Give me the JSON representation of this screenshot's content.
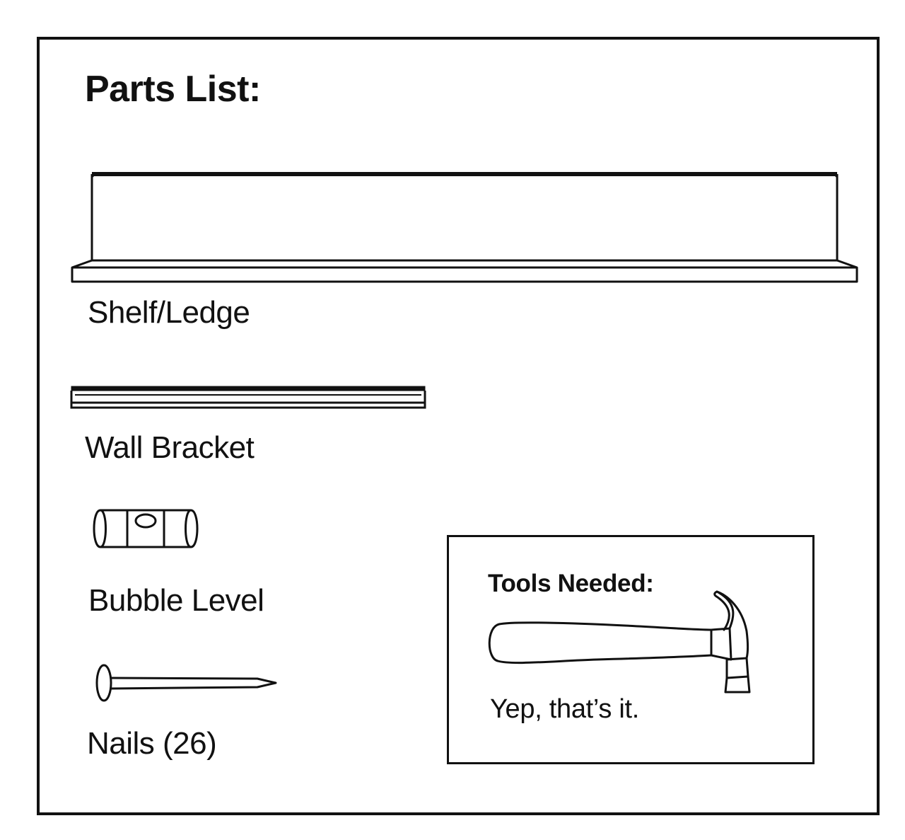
{
  "parts": {
    "title": "Parts List:",
    "items": [
      {
        "label": "Shelf/Ledge",
        "icon": "shelf-icon"
      },
      {
        "label": "Wall Bracket",
        "icon": "wall-bracket-icon"
      },
      {
        "label": "Bubble Level",
        "icon": "bubble-level-icon"
      },
      {
        "label": "Nails (26)",
        "icon": "nail-icon"
      }
    ]
  },
  "tools": {
    "title": "Tools Needed:",
    "icon": "hammer-icon",
    "note": "Yep, that’s it."
  },
  "colors": {
    "ink": "#111111",
    "background": "#ffffff"
  }
}
